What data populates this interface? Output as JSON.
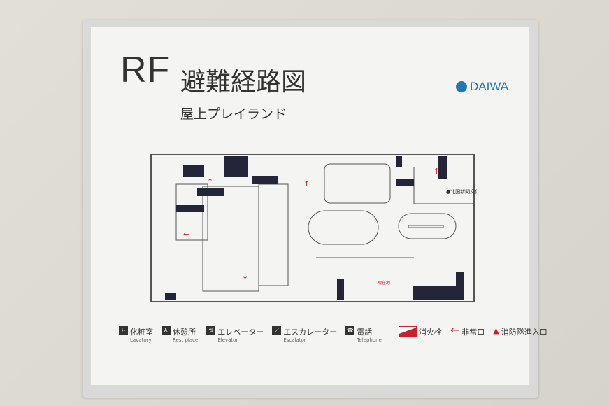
{
  "sign": {
    "floor": "RF",
    "title": "避難経路図",
    "subtitle": "屋上プレイランド",
    "logo": "DAIWA",
    "plan_labels": {
      "neighbor": "●北国新聞文化センター",
      "current_location": "現在地"
    },
    "legend": [
      {
        "icon": "lavatory-icon",
        "ja": "化粧室",
        "en": "Lavatory"
      },
      {
        "icon": "rest-place-icon",
        "ja": "休憩所",
        "en": "Rest place"
      },
      {
        "icon": "elevator-icon",
        "ja": "エレベーター",
        "en": "Elevator"
      },
      {
        "icon": "escalator-icon",
        "ja": "エスカレーター",
        "en": "Escalator"
      },
      {
        "icon": "telephone-icon",
        "ja": "電話",
        "en": "Telephone"
      },
      {
        "icon": "fire-hydrant-icon",
        "ja": "消火栓"
      },
      {
        "icon": "exit-arrow-icon",
        "ja": "非常口"
      },
      {
        "icon": "fire-brigade-entrance-icon",
        "ja": "消防隊進入口"
      }
    ]
  },
  "colors": {
    "accent": "#c8202a",
    "logo": "#1f79b4"
  }
}
